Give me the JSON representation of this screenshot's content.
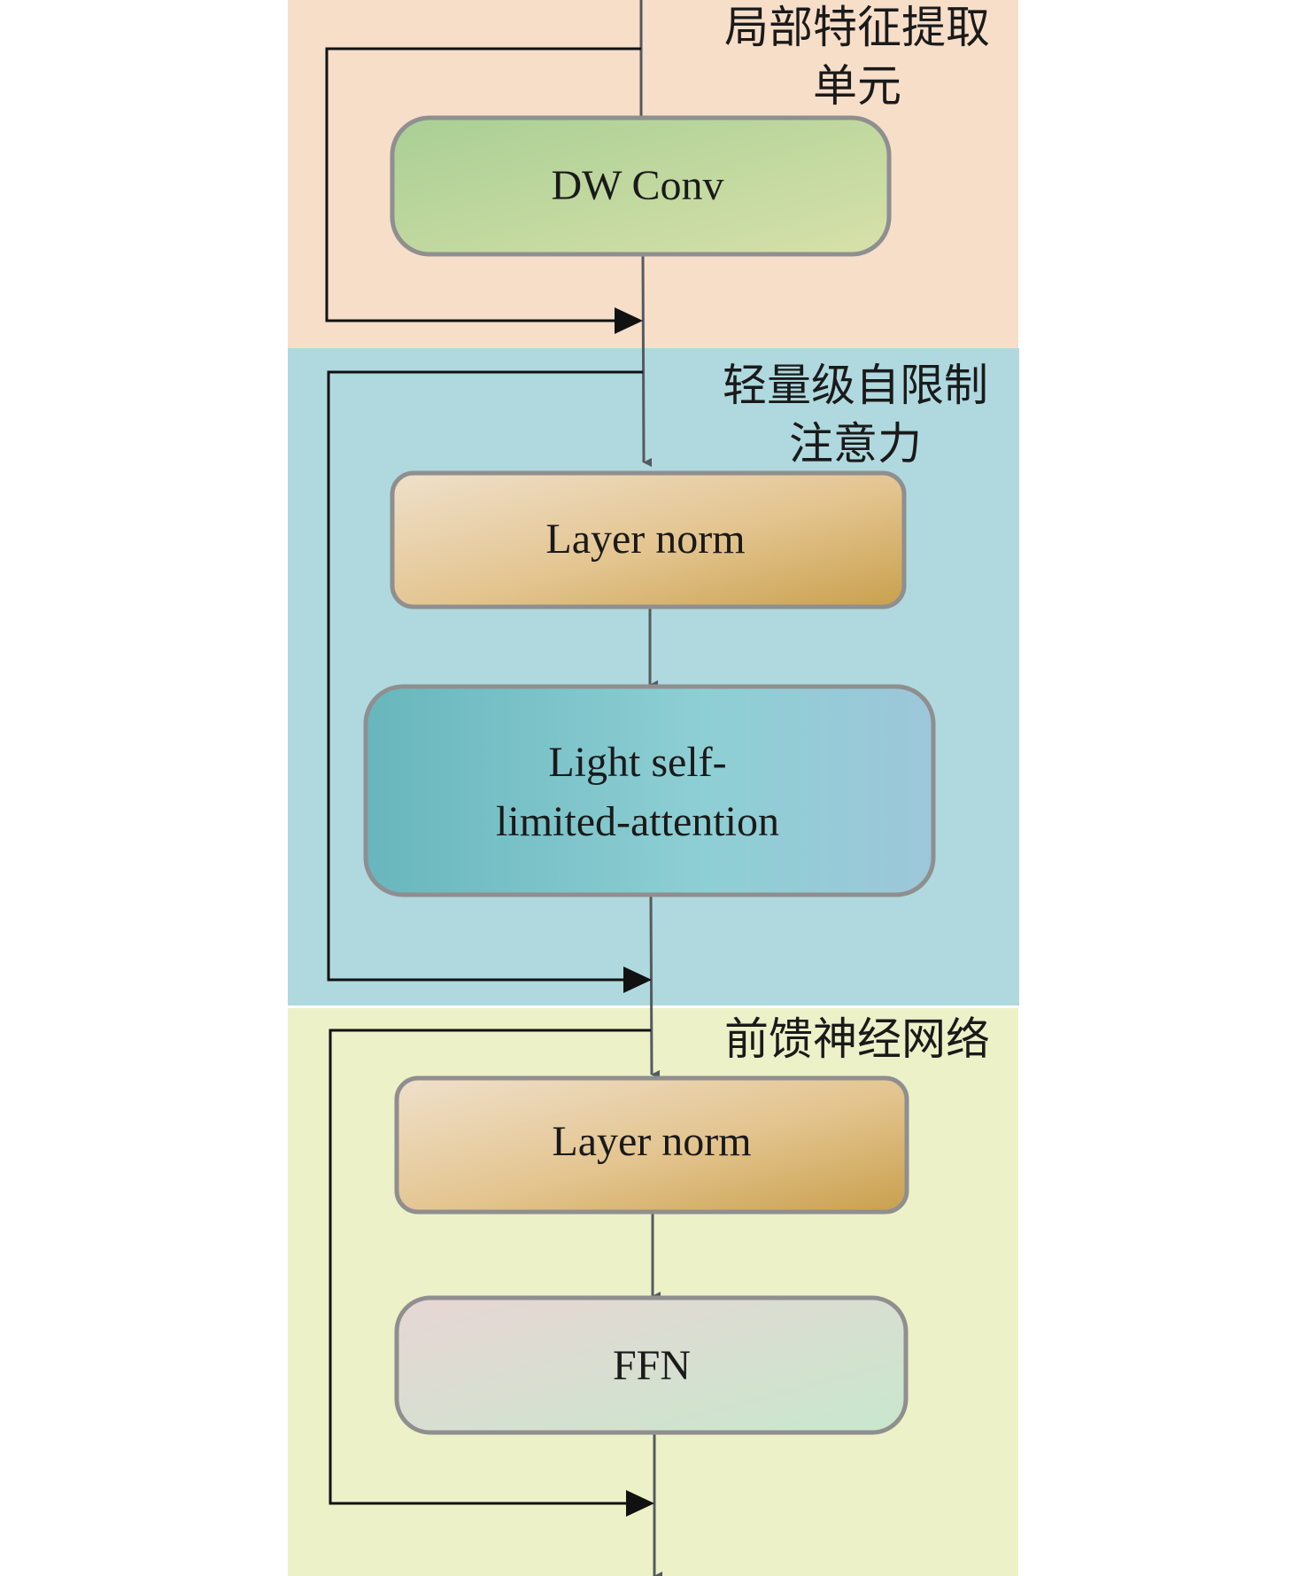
{
  "sections": {
    "local": {
      "label_line1": "局部特征提取",
      "label_line2": "单元",
      "color": "#f7dec9"
    },
    "attention": {
      "label_line1": "轻量级自限制",
      "label_line2": "注意力",
      "color": "#afd9de"
    },
    "ffn": {
      "label_line1": "前馈神经网络",
      "color": "#ecf1c8"
    }
  },
  "boxes": {
    "dw_conv": {
      "label": "DW Conv",
      "gradient": [
        "#a9cf95",
        "#d7e1a9"
      ]
    },
    "layer_norm_1": {
      "label": "Layer norm",
      "gradient": [
        "#efe0cb",
        "#c9a04e"
      ]
    },
    "light_attention": {
      "label_line1": "Light self-",
      "label_line2": "limited-attention",
      "gradient": [
        "#68b6bd",
        "#9dc7da"
      ]
    },
    "layer_norm_2": {
      "label": "Layer norm",
      "gradient": [
        "#efe0cb",
        "#c9a04e"
      ]
    },
    "ffn": {
      "label": "FFN",
      "gradient": [
        "#e7d6d4",
        "#c8e7cd"
      ]
    }
  },
  "colors": {
    "box_border": "#8f8f8f",
    "main_arrow": "#555a60",
    "skip_arrow": "#111111"
  }
}
